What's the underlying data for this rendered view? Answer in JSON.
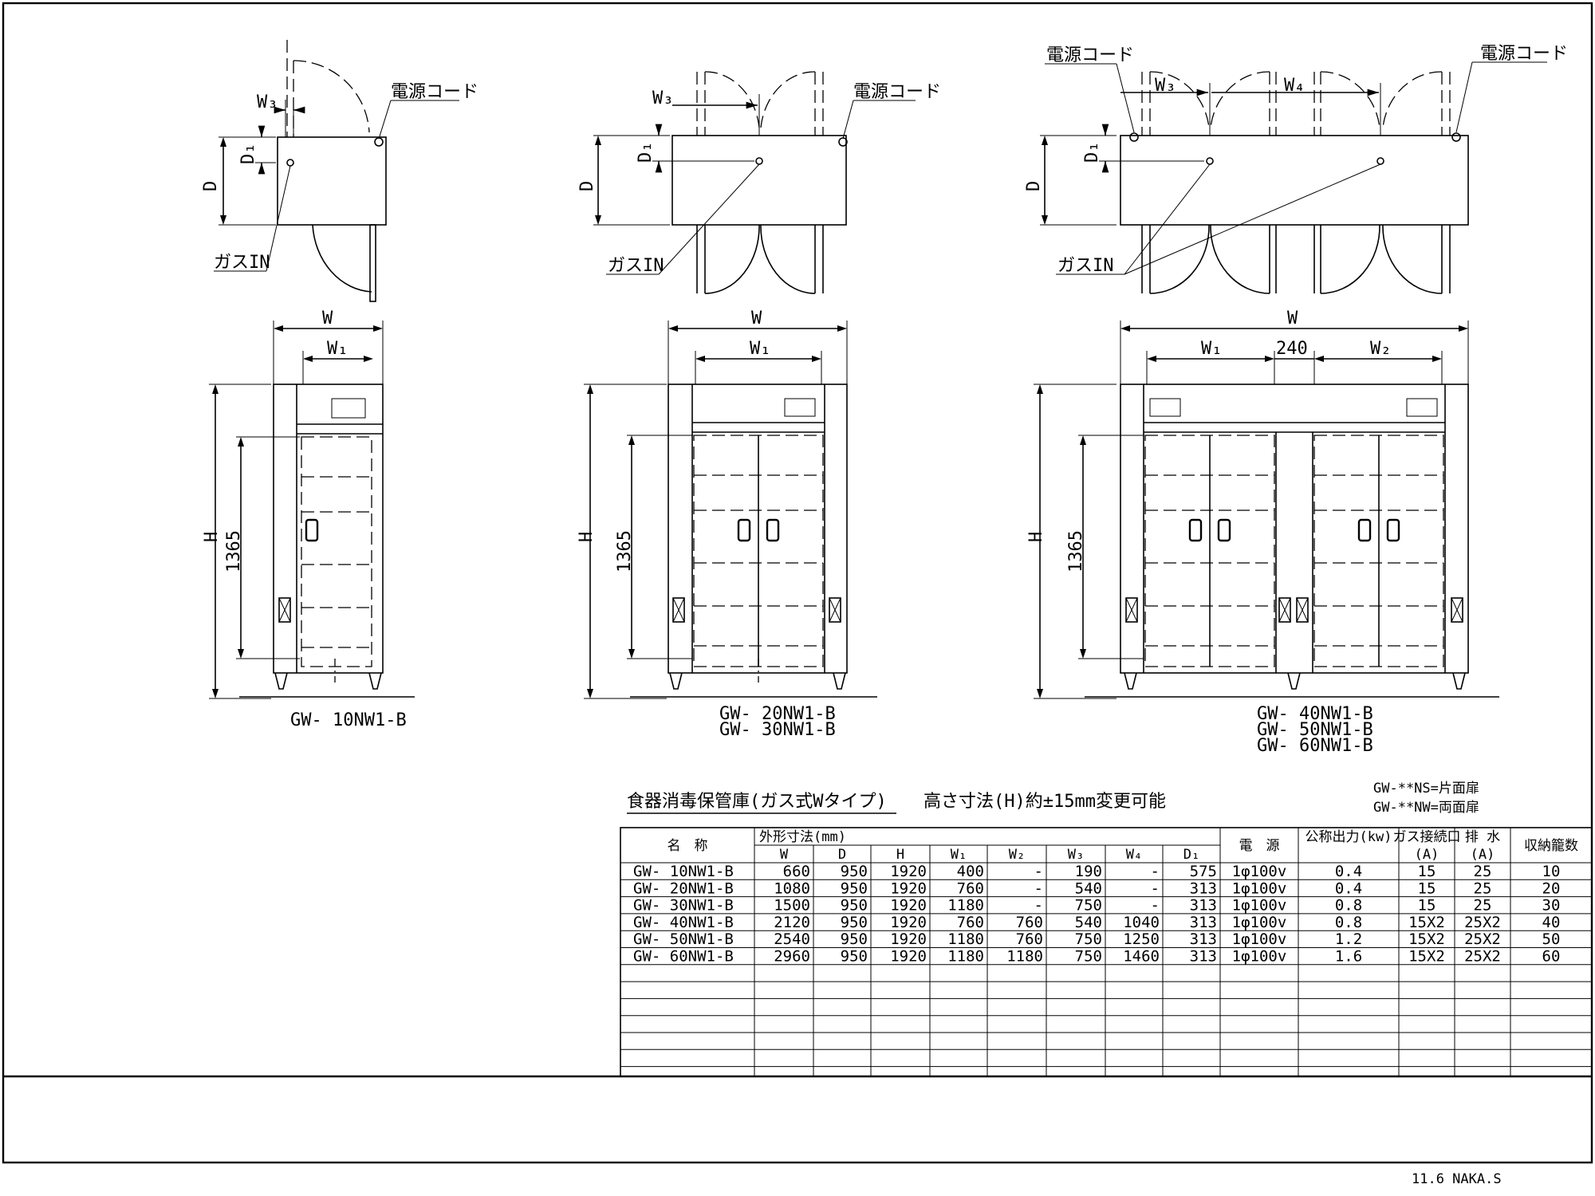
{
  "labels": {
    "power_cord": "電源コード",
    "gas_in": "ガスIN",
    "W": "W",
    "W1": "W₁",
    "W2": "W₂",
    "W3": "W₃",
    "W4": "W₄",
    "D": "D",
    "D1": "D₁",
    "H": "H",
    "dim_1365": "1365",
    "dim_240": "240"
  },
  "models": {
    "single": "GW- 10NW1-B",
    "double_1": "GW- 20NW1-B",
    "double_2": "GW- 30NW1-B",
    "quad_1": "GW- 40NW1-B",
    "quad_2": "GW- 50NW1-B",
    "quad_3": "GW- 60NW1-B"
  },
  "title": "食器消毒保管庫(ガス式Wタイプ)",
  "height_note": "高さ寸法(H)約±15mm変更可能",
  "door_notes": [
    "GW-**NS=片面扉",
    "GW-**NW=両面扉"
  ],
  "table": {
    "headers": {
      "name": "名　称",
      "outer_dims": "外形寸法(mm)",
      "W": "W",
      "D": "D",
      "H": "H",
      "W1": "W₁",
      "W2": "W₂",
      "W3": "W₃",
      "W4": "W₄",
      "D1": "D₁",
      "power": "電　源",
      "output": "公称出力(kw)",
      "gas": "ガス接続口",
      "gas_unit": "(A)",
      "drain": "排 水",
      "drain_unit": "(A)",
      "capacity": "収納籠数"
    },
    "rows": [
      [
        "GW- 10NW1-B",
        "660",
        "950",
        "1920",
        "400",
        "-",
        "190",
        "-",
        "575",
        "1φ100v",
        "0.4",
        "15",
        "25",
        "10"
      ],
      [
        "GW- 20NW1-B",
        "1080",
        "950",
        "1920",
        "760",
        "-",
        "540",
        "-",
        "313",
        "1φ100v",
        "0.4",
        "15",
        "25",
        "20"
      ],
      [
        "GW- 30NW1-B",
        "1500",
        "950",
        "1920",
        "1180",
        "-",
        "750",
        "-",
        "313",
        "1φ100v",
        "0.8",
        "15",
        "25",
        "30"
      ],
      [
        "GW- 40NW1-B",
        "2120",
        "950",
        "1920",
        "760",
        "760",
        "540",
        "1040",
        "313",
        "1φ100v",
        "0.8",
        "15X2",
        "25X2",
        "40"
      ],
      [
        "GW- 50NW1-B",
        "2540",
        "950",
        "1920",
        "1180",
        "760",
        "750",
        "1250",
        "313",
        "1φ100v",
        "1.2",
        "15X2",
        "25X2",
        "50"
      ],
      [
        "GW- 60NW1-B",
        "2960",
        "950",
        "1920",
        "1180",
        "1180",
        "750",
        "1460",
        "313",
        "1φ100v",
        "1.6",
        "15X2",
        "25X2",
        "60"
      ]
    ]
  },
  "footer": "11.6 NAKA.S"
}
